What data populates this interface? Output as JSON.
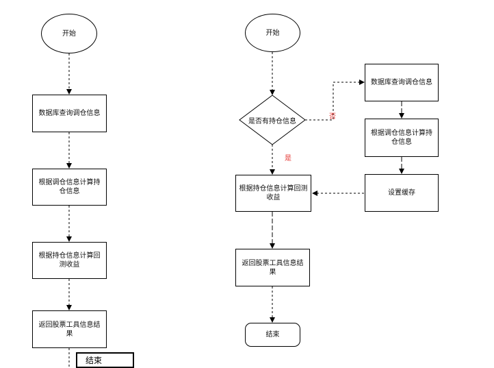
{
  "left_flow": {
    "start": "开始",
    "step1": "数据库查询调仓信息",
    "step2": "根据调仓信息计算持仓信息",
    "step3": "根据持仓信息计算回测收益",
    "step4": "返回股票工具信息结果",
    "end": "结束"
  },
  "right_flow": {
    "start": "开始",
    "decision": "是否有持仓信息",
    "no_label": "否",
    "yes_label": "是",
    "query": "数据库查询调仓信息",
    "calc_hold": "根据调仓信息计算持仓信息",
    "set_cache": "设置缓存",
    "calc_return": "根据持仓信息计算回测收益",
    "return_result": "返回股票工具信息结果",
    "end": "结束"
  },
  "colors": {
    "stroke": "#000000",
    "branch_label": "#e53935"
  }
}
